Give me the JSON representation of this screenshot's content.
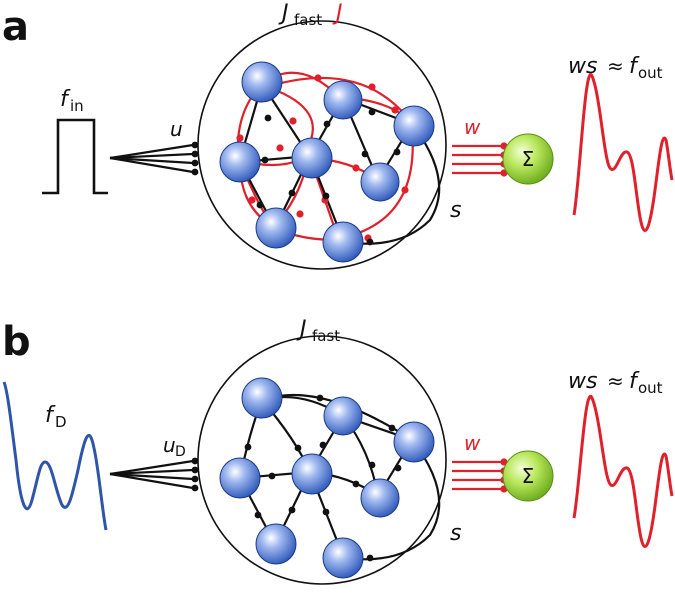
{
  "colors": {
    "red": "#e0202a",
    "blue_trace": "#2f55a8",
    "neuron_fill": "#3565c8",
    "readout_fill": "#8ccf2a",
    "black": "#111111"
  },
  "panel_a": {
    "letter": "a",
    "input_label_main": "f",
    "input_label_sub": "in",
    "input_weight": "u",
    "recurrent_fast_main": "J",
    "recurrent_fast_sub": "fast",
    "recurrent_learned": "J",
    "output_weight": "w",
    "state": "s",
    "sum_symbol": "Σ",
    "output_label_ws": "ws",
    "output_label_approx": "≈",
    "output_label_f": "f",
    "output_label_sub": "out"
  },
  "panel_b": {
    "letter": "b",
    "input_label_main": "f",
    "input_label_sub": "D",
    "input_weight_main": "u",
    "input_weight_sub": "D",
    "recurrent_fast_main": "J",
    "recurrent_fast_sub": "fast",
    "output_weight": "w",
    "state": "s",
    "sum_symbol": "Σ",
    "output_label_ws": "ws",
    "output_label_approx": "≈",
    "output_label_f": "f",
    "output_label_sub": "out"
  }
}
